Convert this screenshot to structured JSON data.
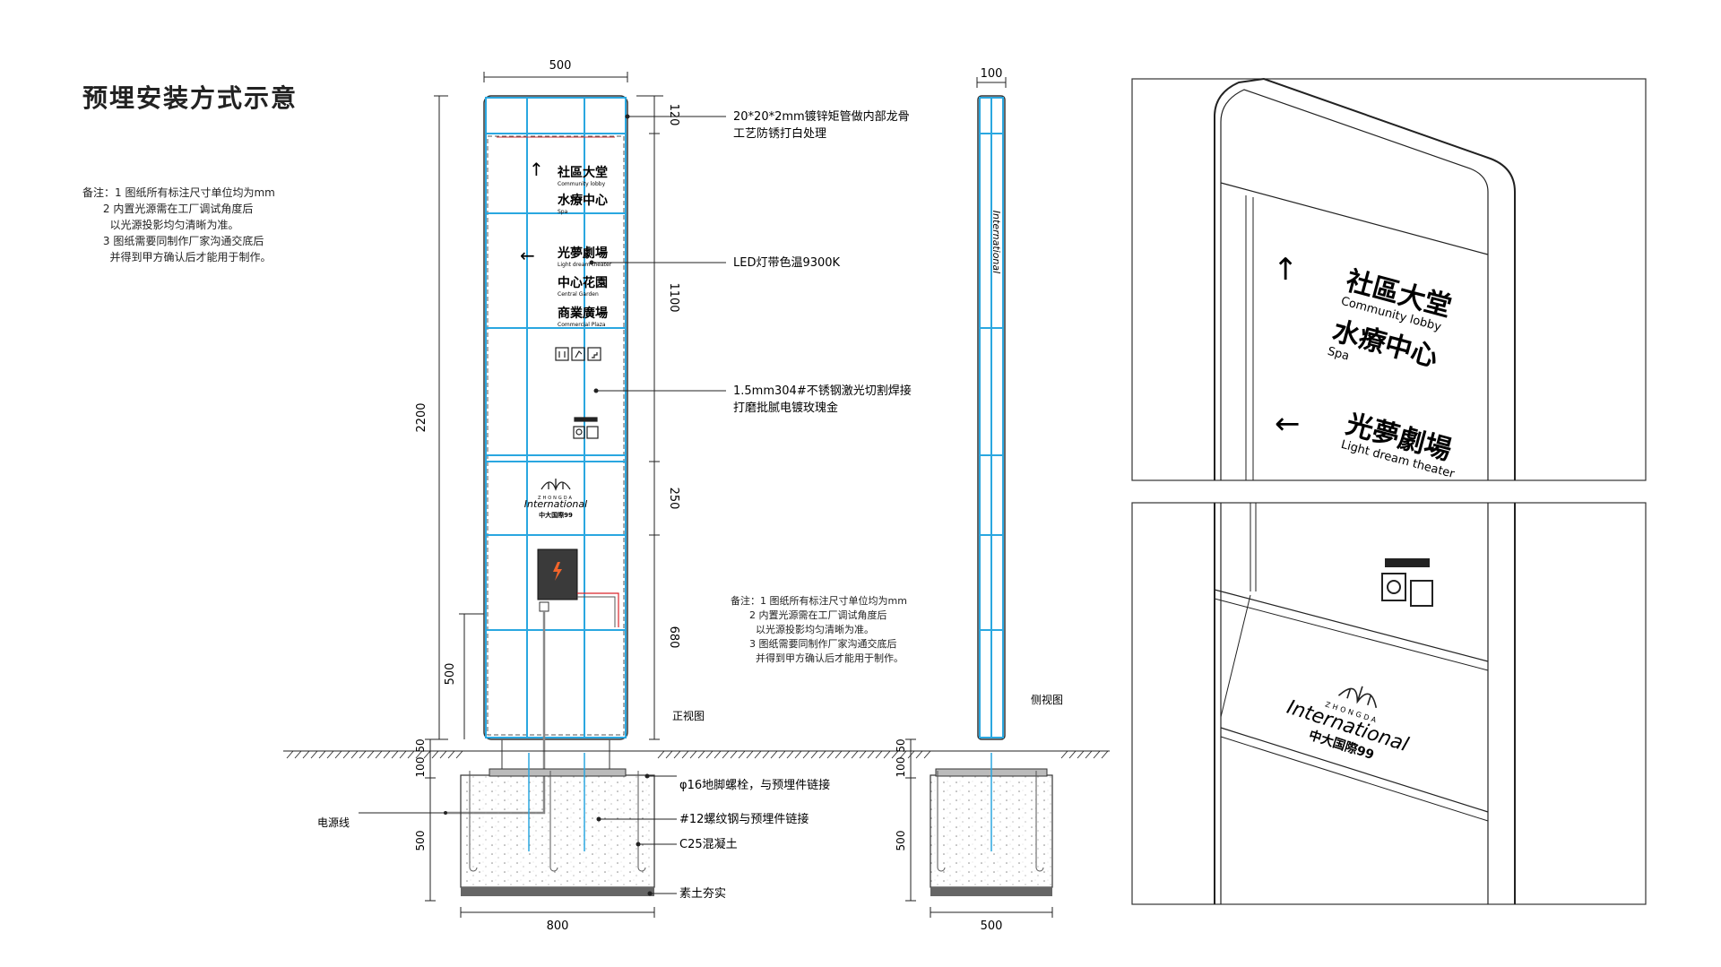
{
  "title": "预埋安装方式示意",
  "notes": [
    "备注：1 图纸所有标注尺寸单位均为mm",
    "      2 内置光源需在工厂调试角度后",
    "        以光源投影均匀清晰为准。",
    "      3 图纸需要同制作厂家沟通交底后",
    "        并得到甲方确认后才能用于制作。"
  ],
  "front_view": {
    "label": "正视图",
    "dims": {
      "width": "500",
      "height": "2200",
      "seg_top": "120",
      "seg_main": "1100",
      "seg_logo": "250",
      "seg_bottom": "680",
      "base_gap": "50",
      "bottom_part": "500",
      "found_top": "100",
      "found_depth": "500",
      "found_width": "800"
    },
    "sign": {
      "dest1_cn": "社區大堂",
      "dest1_en": "Community lobby",
      "dest2_cn": "水療中心",
      "dest2_en": "Spa",
      "dest3_cn": "光夢劇場",
      "dest3_en": "Light dream theater",
      "dest4_cn": "中心花園",
      "dest4_en": "Central Garden",
      "dest5_cn": "商業廣場",
      "dest5_en": "Commercial Plaza",
      "arrow_up": "↑",
      "arrow_left": "←",
      "brand_en": "International",
      "brand_cn": "中大国際99",
      "brand_letters": "ZHONGDA"
    }
  },
  "callouts": {
    "frame": [
      "20*20*2mm镀锌矩管做内部龙骨",
      "工艺防锈打白处理"
    ],
    "led": "LED灯带色温9300K",
    "steel": [
      "1.5mm304#不锈钢激光切割焊接",
      "打磨批腻电镀玫瑰金"
    ],
    "bolt": "φ16地脚螺栓，与预埋件链接",
    "rebar": "#12螺纹钢与预埋件链接",
    "concrete": "C25混凝土",
    "soil": "素土夯实",
    "power": "电源线"
  },
  "notes2": [
    "备注：1 图纸所有标注尺寸单位均为mm",
    "      2 内置光源需在工厂调试角度后",
    "        以光源投影均匀清晰为准。",
    "      3 图纸需要同制作厂家沟通交底后",
    "        并得到甲方确认后才能用于制作。"
  ],
  "side_view": {
    "label": "侧视图",
    "dims": {
      "width": "100",
      "base_gap": "50",
      "found_top": "100",
      "found_depth": "500",
      "found_width": "500"
    }
  },
  "colors": {
    "frame_blue": "#2aa7e0",
    "line": "#222222",
    "accent_orange": "#f2642a",
    "red": "#d9242b",
    "box_dark": "#3a3a3a"
  }
}
